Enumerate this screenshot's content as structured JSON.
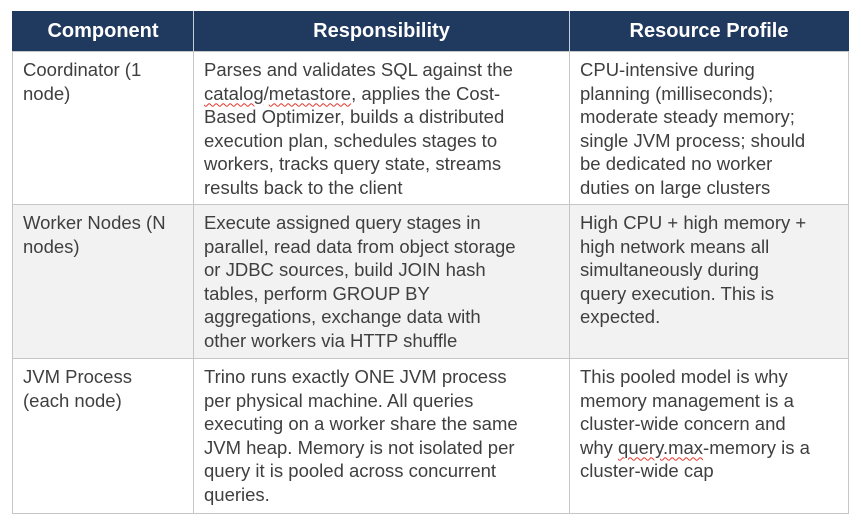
{
  "table": {
    "headers": [
      {
        "label": "Component"
      },
      {
        "label": "Responsibility"
      },
      {
        "label": "Resource Profile"
      }
    ],
    "rows": [
      {
        "component": "Coordinator (1 node)",
        "responsibility": [
          {
            "text": "Parses and validates SQL against the "
          },
          {
            "text": "catalog",
            "misspelled": true
          },
          {
            "text": "/"
          },
          {
            "text": "metastore",
            "misspelled": true
          },
          {
            "text": ", applies the Cost-Based Optimizer, builds a distributed execution plan, schedules stages to workers, tracks query state, streams results back to the client"
          }
        ],
        "resource_profile": [
          {
            "text": "CPU-intensive during planning (milliseconds); moderate steady memory; single JVM process; should be dedicated no worker duties on large clusters"
          }
        ]
      },
      {
        "component": "Worker Nodes (N nodes)",
        "responsibility": [
          {
            "text": "Execute assigned query stages in parallel, read data from object storage or JDBC sources, build JOIN hash tables, perform GROUP BY aggregations, exchange data with other workers via HTTP shuffle"
          }
        ],
        "resource_profile": [
          {
            "text": "High CPU + high memory + high network means all simultaneously during query execution. This is expected."
          }
        ]
      },
      {
        "component": "JVM Process (each node)",
        "responsibility": [
          {
            "text": "Trino runs exactly ONE JVM process per physical machine. All queries executing on a worker share the same JVM heap. Memory is not isolated per query it is pooled across concurrent queries."
          }
        ],
        "resource_profile": [
          {
            "text": "This pooled model is why memory management is a cluster-wide concern and why "
          },
          {
            "text": "query.max",
            "misspelled": true
          },
          {
            "text": "-memory is a cluster-wide cap"
          }
        ]
      }
    ],
    "colors": {
      "header_bg": "#20395f",
      "header_text": "#ffffff",
      "body_text": "#3f3f3f",
      "alt_row_bg": "#f2f2f2",
      "border": "#c6c6c6",
      "spellcheck_underline": "#e0362a"
    }
  }
}
